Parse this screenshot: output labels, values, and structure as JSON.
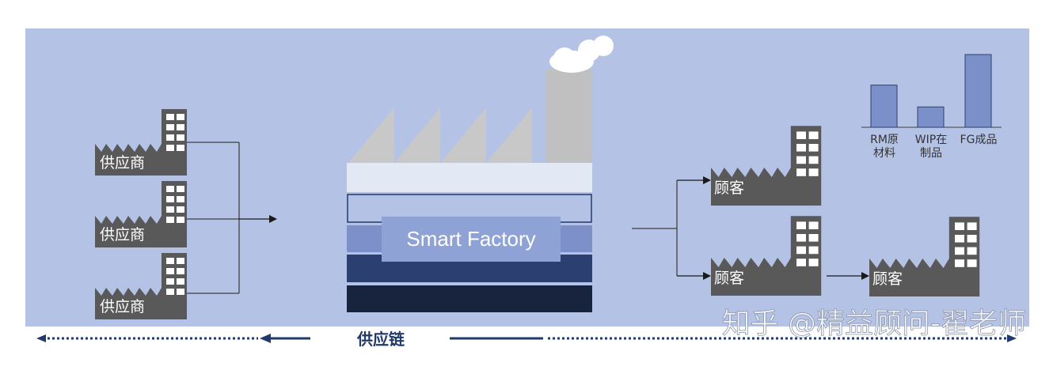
{
  "suppliers": [
    {
      "label": "供应商"
    },
    {
      "label": "供应商"
    },
    {
      "label": "供应商"
    }
  ],
  "center": {
    "label": "Smart Factory"
  },
  "customers": [
    {
      "label": "顾客"
    },
    {
      "label": "顾客"
    },
    {
      "label": "顾客"
    }
  ],
  "inventory": {
    "bars": [
      {
        "line1": "RM原",
        "line2": "材料",
        "value": 0.58
      },
      {
        "line1": "WIP在",
        "line2": "制品",
        "value": 0.28
      },
      {
        "line1": "FG成品",
        "line2": "",
        "value": 1.0
      }
    ]
  },
  "supply_chain": {
    "label": "供应链"
  },
  "watermark": {
    "text": "知乎 @精益顾问-翟老师"
  },
  "colors": {
    "panel": "#b4c2e6",
    "building": "#595959",
    "roof": "#c8c8c8",
    "chimney": "#c0c0c0",
    "bar_fill": "#7b90c8",
    "layer1": "#e3e8f5",
    "layer3": "#7d90c9",
    "layer4": "#2b4070",
    "layer5": "#18233d",
    "arrow_dark": "#1f3a6b",
    "connector": "#404040"
  }
}
